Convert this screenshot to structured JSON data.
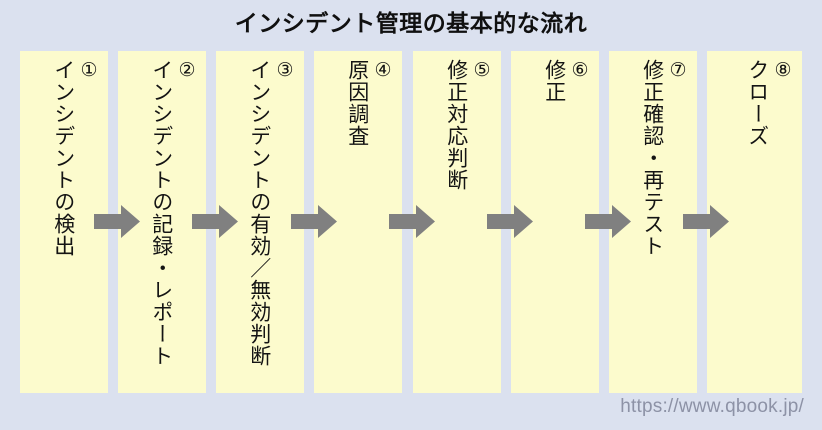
{
  "title": "インシデント管理の基本的な流れ",
  "colors": {
    "background": "#dbe1ef",
    "box_fill": "#fcfbcd",
    "arrow": "#808080",
    "title_text": "#101010",
    "url_text": "#8d92a6"
  },
  "steps": [
    {
      "number": "①",
      "label": "インシデントの検出"
    },
    {
      "number": "②",
      "label": "インシデントの記録・レポート"
    },
    {
      "number": "③",
      "label": "インシデントの有効／無効判断"
    },
    {
      "number": "④",
      "label": "原因調査"
    },
    {
      "number": "⑤",
      "label": "修正対応判断"
    },
    {
      "number": "⑥",
      "label": "修正"
    },
    {
      "number": "⑦",
      "label": "修正確認・再テスト"
    },
    {
      "number": "⑧",
      "label": "クローズ"
    }
  ],
  "arrows": [
    {
      "name": "arrow-1-to-2"
    },
    {
      "name": "arrow-2-to-3"
    },
    {
      "name": "arrow-3-to-4"
    },
    {
      "name": "arrow-4-to-5"
    },
    {
      "name": "arrow-5-to-6"
    },
    {
      "name": "arrow-6-to-7"
    },
    {
      "name": "arrow-7-to-8"
    }
  ],
  "site_url": "https://www.qbook.jp/"
}
